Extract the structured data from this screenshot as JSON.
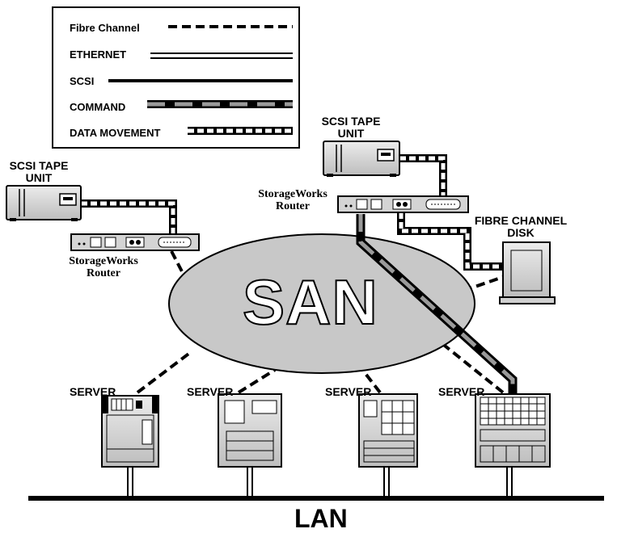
{
  "legend": {
    "items": [
      {
        "label": "Fibre Channel",
        "style": "dashed"
      },
      {
        "label": "ETHERNET",
        "style": "double"
      },
      {
        "label": "SCSI",
        "style": "solid"
      },
      {
        "label": "COMMAND",
        "style": "command"
      },
      {
        "label": "DATA MOVEMENT",
        "style": "data-movement"
      }
    ]
  },
  "san": {
    "label": "SAN"
  },
  "lan": {
    "label": "LAN"
  },
  "devices": {
    "tape_left": {
      "line1": "SCSI TAPE",
      "line2": "UNIT"
    },
    "tape_right": {
      "line1": "SCSI TAPE",
      "line2": "UNIT"
    },
    "router_left": {
      "line1": "StorageWorks",
      "line2": "Router"
    },
    "router_right": {
      "line1": "StorageWorks",
      "line2": "Router"
    },
    "disk": {
      "line1": "FIBRE CHANNEL",
      "line2": "DISK"
    },
    "servers": [
      "SERVER",
      "SERVER",
      "SERVER",
      "SERVER"
    ]
  },
  "colors": {
    "san_fill": "#c8c8c8",
    "line": "#000000",
    "command_gray": "#9a9a9a",
    "background": "#ffffff"
  }
}
